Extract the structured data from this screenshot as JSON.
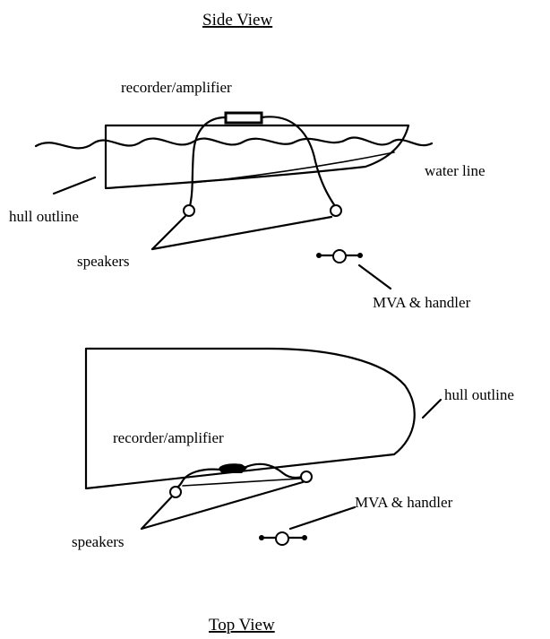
{
  "side_view": {
    "title": "Side View",
    "labels": {
      "recorder": "recorder/amplifier",
      "water_line": "water line",
      "hull_outline": "hull outline",
      "speakers": "speakers",
      "mva": "MVA & handler"
    }
  },
  "top_view": {
    "title": "Top View",
    "labels": {
      "recorder": "recorder/amplifier",
      "hull_outline": "hull outline",
      "speakers": "speakers",
      "mva": "MVA & handler"
    }
  }
}
